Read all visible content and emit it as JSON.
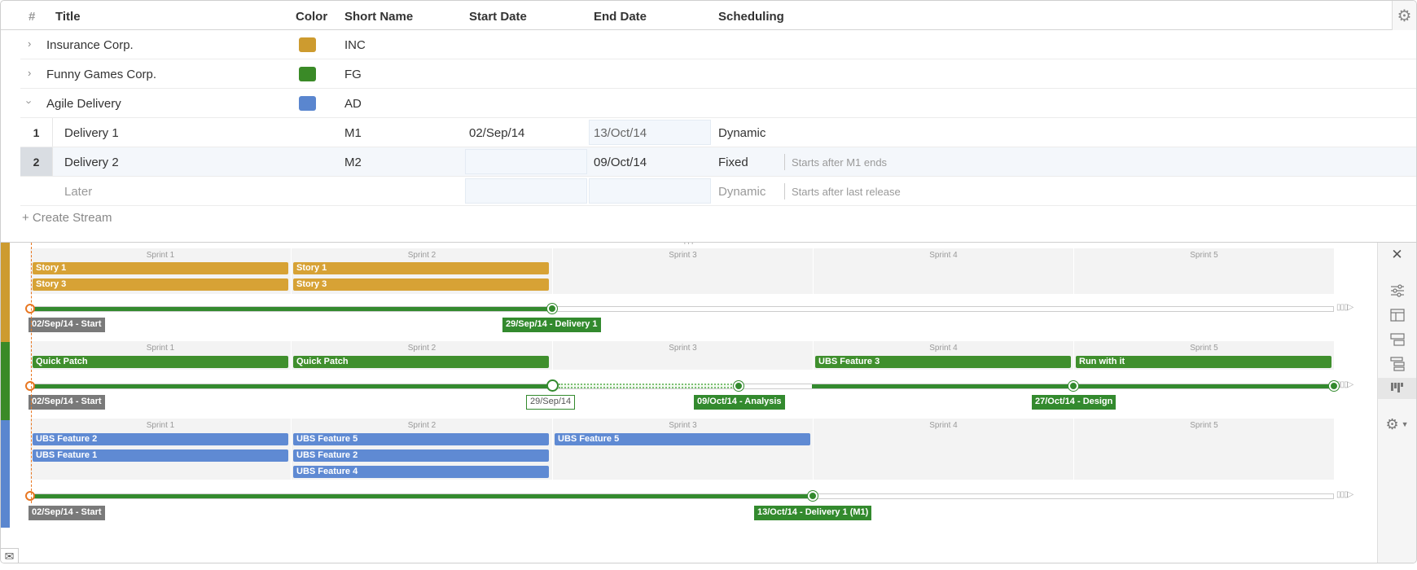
{
  "colors": {
    "gold": "#cd9b2f",
    "green": "#3a8a27",
    "blue": "#5a86cf",
    "milestone": "#338a2e",
    "start": "#e87722"
  },
  "header": {
    "hash": "#",
    "title": "Title",
    "color": "Color",
    "short_name": "Short Name",
    "start_date": "Start Date",
    "end_date": "End Date",
    "scheduling": "Scheduling",
    "settings_icon": "gear-icon"
  },
  "streams": [
    {
      "title": "Insurance Corp.",
      "short": "INC",
      "color": "#cd9b2f"
    },
    {
      "title": "Funny Games Corp.",
      "short": "FG",
      "color": "#3a8a27"
    },
    {
      "title": "Agile Delivery",
      "short": "AD",
      "color": "#5a86cf"
    }
  ],
  "releases": [
    {
      "num": "1",
      "title": "Delivery 1",
      "short": "M1",
      "start": "02/Sep/14",
      "end": "13/Oct/14",
      "scheduling": "Dynamic",
      "note": ""
    },
    {
      "num": "2",
      "title": "Delivery 2",
      "short": "M2",
      "start": "",
      "end": "09/Oct/14",
      "scheduling": "Fixed",
      "note": "Starts after M1 ends"
    },
    {
      "num": "",
      "title": "Later",
      "short": "",
      "start": "",
      "end": "",
      "scheduling": "Dynamic",
      "note": "Starts after last release"
    }
  ],
  "create_stream": "+ Create Stream",
  "divider_handle": "···",
  "timeline": {
    "sprints": [
      "Sprint 1",
      "Sprint 2",
      "Sprint 3",
      "Sprint 4",
      "Sprint 5"
    ],
    "lanes": [
      {
        "bars": [
          [
            "Story 1",
            "Story 3"
          ],
          [
            "Story 1",
            "Story 3"
          ],
          [],
          [],
          []
        ],
        "labels": {
          "start": "02/Sep/14 - Start",
          "m1": "29/Sep/14 - Delivery 1"
        }
      },
      {
        "bars": [
          [
            "Quick Patch"
          ],
          [
            "Quick Patch"
          ],
          [],
          [
            "UBS Feature 3"
          ],
          [
            "Run with it"
          ]
        ],
        "labels": {
          "start": "02/Sep/14 - Start",
          "m1": "29/Sep/14",
          "m2": "09/Oct/14 - Analysis",
          "m3": "27/Oct/14 - Design"
        }
      },
      {
        "bars": [
          [
            "UBS Feature 2",
            "UBS Feature 1"
          ],
          [
            "UBS Feature 5",
            "UBS Feature 2",
            "UBS Feature 4"
          ],
          [
            "UBS Feature 5"
          ],
          [],
          []
        ],
        "labels": {
          "start": "02/Sep/14 - Start",
          "m1": "13/Oct/14 - Delivery 1 (M1)"
        }
      }
    ],
    "trail": "▯▯▯▷"
  },
  "right_panel": {
    "close": "✕",
    "icons": [
      "sliders-icon",
      "table-layout-icon",
      "split-view-icon",
      "hierarchy-icon",
      "board-icon",
      "settings-dropdown-icon"
    ]
  },
  "footer": {
    "feedback_icon": "envelope-icon"
  }
}
